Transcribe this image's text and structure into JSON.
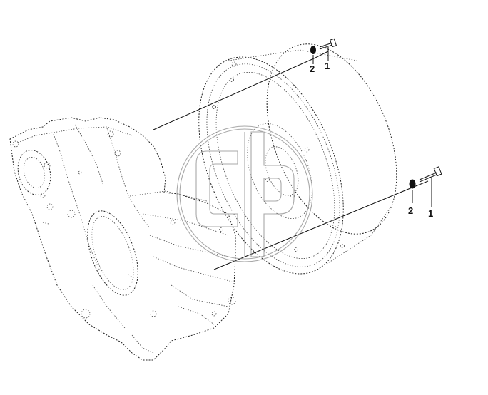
{
  "callouts": [
    {
      "id": "upper-1",
      "number": "1"
    },
    {
      "id": "upper-2",
      "number": "2"
    },
    {
      "id": "lower-1",
      "number": "1"
    },
    {
      "id": "lower-2",
      "number": "2"
    }
  ],
  "colors": {
    "line": "#222222",
    "watermark": "#9a9a9a",
    "background": "#ffffff"
  }
}
